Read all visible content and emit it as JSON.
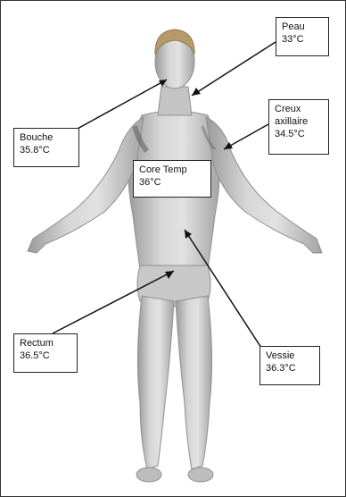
{
  "labels": {
    "skin": {
      "name": "Peau",
      "value": "33°C"
    },
    "mouth": {
      "name": "Bouche",
      "value": "35.8°C"
    },
    "armpit": {
      "name_line1": "Creux",
      "name_line2": "axillaire",
      "value": "34.5°C"
    },
    "core": {
      "name": "Core Temp",
      "value": "36°C"
    },
    "rectum": {
      "name": "Rectum",
      "value": "36.5°C"
    },
    "bladder": {
      "name": "Vessie",
      "value": "36.3°C"
    }
  },
  "colors": {
    "skin": "#c9c9c9",
    "skin_shadow": "#8a8a8a",
    "hair": "#b89a6a",
    "line": "#111111"
  }
}
